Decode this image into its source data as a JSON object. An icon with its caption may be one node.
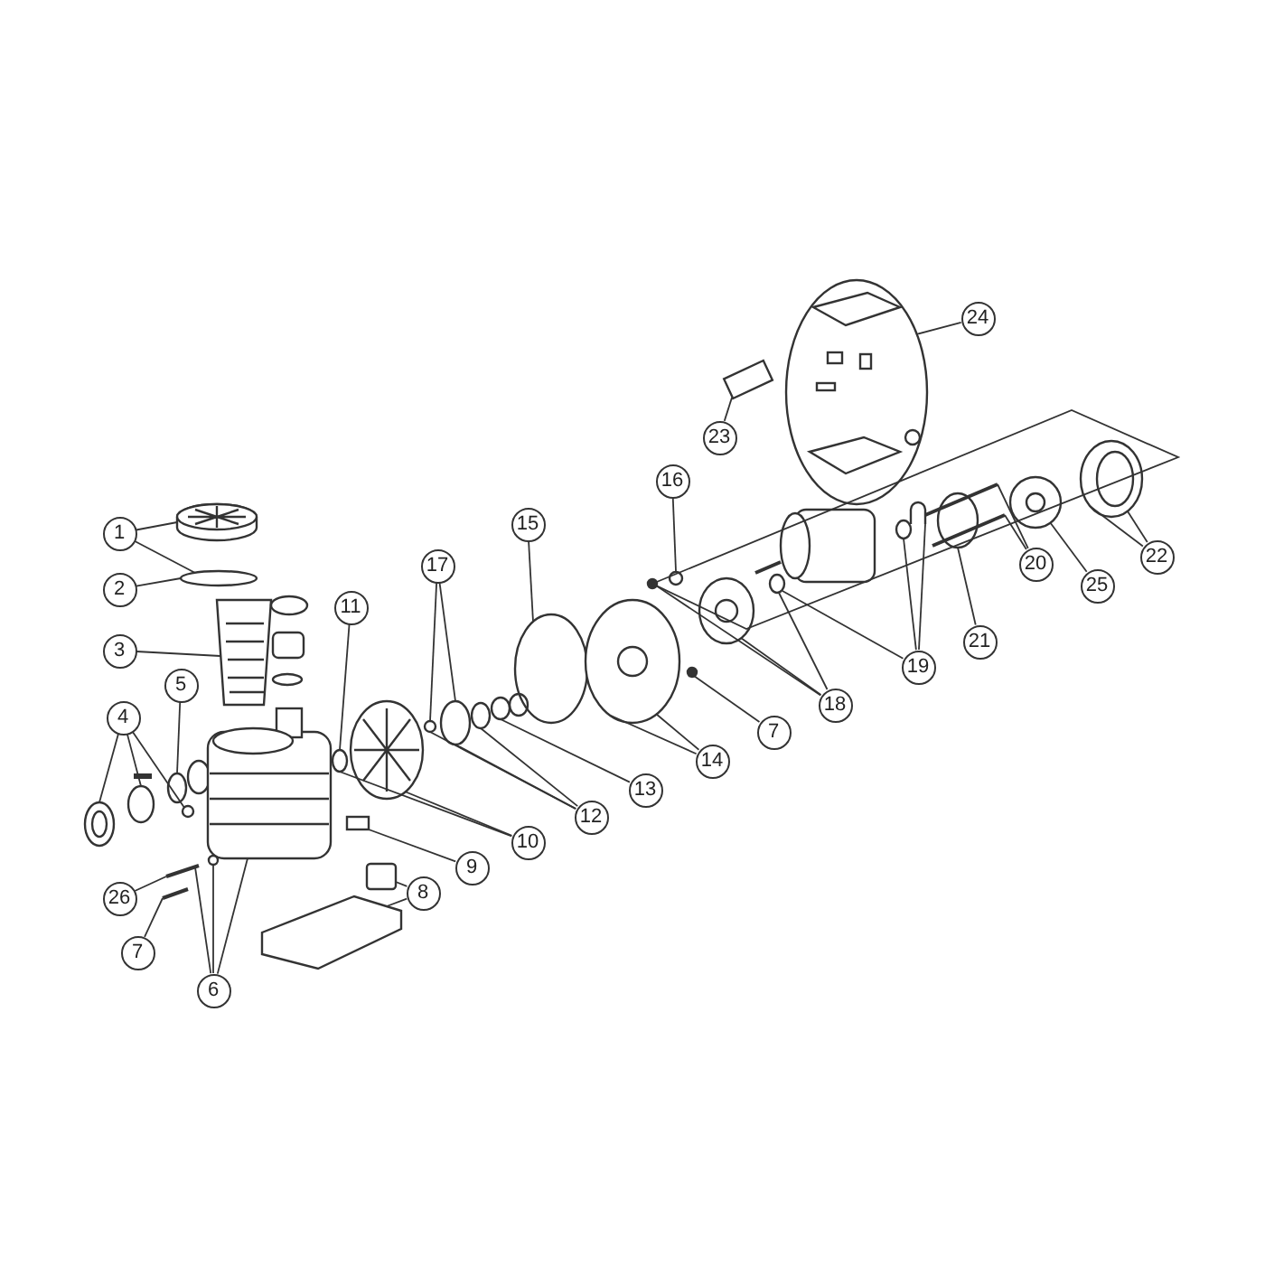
{
  "diagram": {
    "nodes": [
      {
        "text": [
          "24"
        ]
      },
      {
        "text": [
          "23"
        ]
      },
      {
        "text": [
          "16"
        ]
      },
      {
        "text": [
          "15"
        ]
      },
      {
        "text": [
          "1"
        ]
      },
      {
        "text": [
          "22"
        ]
      },
      {
        "text": [
          "20"
        ]
      },
      {
        "text": [
          "17"
        ]
      },
      {
        "text": [
          "25"
        ]
      },
      {
        "text": [
          "2"
        ]
      },
      {
        "text": [
          "11"
        ]
      },
      {
        "text": [
          "21"
        ]
      },
      {
        "text": [
          "3"
        ]
      },
      {
        "text": [
          "19"
        ]
      },
      {
        "text": [
          "5"
        ]
      },
      {
        "text": [
          "18"
        ]
      },
      {
        "text": [
          "4"
        ]
      },
      {
        "text": [
          "7"
        ]
      },
      {
        "text": [
          "14"
        ]
      },
      {
        "text": [
          "12"
        ]
      },
      {
        "text": [
          "13"
        ]
      },
      {
        "text": [
          "10"
        ]
      },
      {
        "text": [
          "9"
        ]
      },
      {
        "text": [
          "8"
        ]
      },
      {
        "text": [
          "26"
        ]
      },
      {
        "text": [
          "7"
        ]
      },
      {
        "text": [
          "6"
        ]
      },
      {
        "text": [],
        "shape": "circle"
      },
      {
        "text": [],
        "shape": "picture"
      },
      {
        "text": [],
        "shape": "circle"
      },
      {
        "text": [],
        "shape": "circle"
      },
      {
        "text": [],
        "shape": "picture"
      },
      {
        "text": [],
        "shape": "circle"
      },
      {
        "text": [],
        "shape": "picture"
      },
      {
        "text": [],
        "shape": "circle"
      },
      {
        "text": [],
        "shape": "picture"
      },
      {
        "text": [],
        "shape": "bar"
      },
      {
        "text": [],
        "shape": "bar"
      },
      {
        "text": [],
        "shape": "box"
      },
      {
        "text": [],
        "shape": "circle"
      },
      {
        "text": [],
        "shape": "circle"
      },
      {
        "text": [],
        "shape": "circle"
      },
      {
        "text": [],
        "shape": "circle"
      },
      {
        "text": [],
        "shape": "circle"
      },
      {
        "text": [],
        "shape": "picture"
      },
      {
        "text": [],
        "shape": "circle"
      },
      {
        "text": [],
        "shape": "circle"
      },
      {
        "text": [],
        "shape": "picture"
      },
      {
        "text": [],
        "shape": "circle"
      },
      {
        "text": [],
        "shape": "circle"
      },
      {
        "text": [],
        "shape": "picture"
      },
      {
        "text": [],
        "shape": "picture"
      },
      {
        "text": [],
        "shape": "circle"
      },
      {
        "text": [],
        "shape": "box"
      },
      {
        "text": [],
        "shape": "box"
      },
      {
        "text": [],
        "shape": "picture"
      },
      {
        "text": [],
        "shape": "circle"
      },
      {
        "text": [],
        "shape": "picture"
      },
      {
        "text": [],
        "shape": "circle"
      },
      {
        "text": [],
        "shape": "circle"
      },
      {
        "text": [],
        "shape": "picture"
      },
      {
        "text": [],
        "shape": "bar"
      },
      {
        "text": [],
        "shape": "bar"
      },
      {
        "text": [],
        "shape": "picture"
      },
      {
        "text": [],
        "shape": "circle"
      }
    ],
    "edges": [
      {
        "from": 0,
        "to": 27,
        "arrow": "none"
      },
      {
        "from": 1,
        "to": 28,
        "arrow": "none"
      },
      {
        "from": 2,
        "to": 29,
        "arrow": "none"
      },
      {
        "from": 3,
        "to": 30,
        "arrow": "none"
      },
      {
        "from": 4,
        "to": 31,
        "arrow": "none"
      },
      {
        "from": 4,
        "to": 32,
        "arrow": "none"
      },
      {
        "from": 5,
        "to": 33,
        "arrow": "none"
      },
      {
        "from": 5,
        "to": 33,
        "arrow": "none"
      },
      {
        "from": 6,
        "to": 36,
        "arrow": "none"
      },
      {
        "from": 6,
        "to": 37,
        "arrow": "none"
      },
      {
        "from": 7,
        "to": 39,
        "arrow": "none"
      },
      {
        "from": 7,
        "to": 40,
        "arrow": "none"
      },
      {
        "from": 8,
        "to": 35,
        "arrow": "none"
      },
      {
        "from": 9,
        "to": 32,
        "arrow": "none"
      },
      {
        "from": 10,
        "to": 52,
        "arrow": "none"
      },
      {
        "from": 11,
        "to": 34,
        "arrow": "none"
      },
      {
        "from": 12,
        "to": 60,
        "arrow": "none"
      },
      {
        "from": 13,
        "to": 48,
        "arrow": "none"
      },
      {
        "from": 13,
        "to": 49,
        "arrow": "none"
      },
      {
        "from": 13,
        "to": 50,
        "arrow": "none"
      },
      {
        "from": 14,
        "to": 56,
        "arrow": "none"
      },
      {
        "from": 15,
        "to": 46,
        "arrow": "none"
      },
      {
        "from": 15,
        "to": 47,
        "arrow": "none"
      },
      {
        "from": 15,
        "to": 48,
        "arrow": "none"
      },
      {
        "from": 16,
        "to": 57,
        "arrow": "none"
      },
      {
        "from": 16,
        "to": 58,
        "arrow": "none"
      },
      {
        "from": 16,
        "to": 59,
        "arrow": "none"
      },
      {
        "from": 17,
        "to": 45,
        "arrow": "none"
      },
      {
        "from": 18,
        "to": 44,
        "arrow": "none"
      },
      {
        "from": 18,
        "to": 44,
        "arrow": "none"
      },
      {
        "from": 19,
        "to": 39,
        "arrow": "none"
      },
      {
        "from": 19,
        "to": 40,
        "arrow": "none"
      },
      {
        "from": 19,
        "to": 41,
        "arrow": "none"
      },
      {
        "from": 20,
        "to": 42,
        "arrow": "none"
      },
      {
        "from": 21,
        "to": 52,
        "arrow": "none"
      },
      {
        "from": 21,
        "to": 51,
        "arrow": "none"
      },
      {
        "from": 22,
        "to": 53,
        "arrow": "none"
      },
      {
        "from": 23,
        "to": 54,
        "arrow": "none"
      },
      {
        "from": 23,
        "to": 55,
        "arrow": "none"
      },
      {
        "from": 24,
        "to": 61,
        "arrow": "none"
      },
      {
        "from": 25,
        "to": 62,
        "arrow": "none"
      },
      {
        "from": 26,
        "to": 61,
        "arrow": "none"
      },
      {
        "from": 26,
        "to": 64,
        "arrow": "none"
      },
      {
        "from": 26,
        "to": 63,
        "arrow": "none"
      }
    ]
  }
}
